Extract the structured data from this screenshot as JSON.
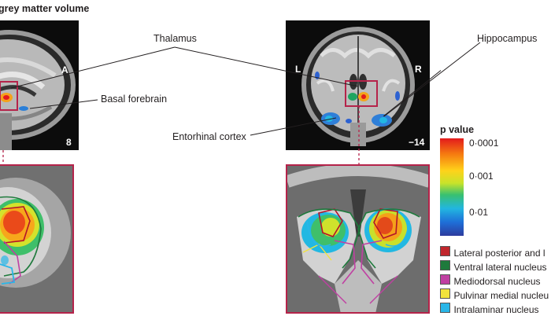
{
  "figure": {
    "title": "grey matter volume"
  },
  "labels": {
    "thalamus": "Thalamus",
    "hippocampus": "Hippocampus",
    "basal_forebrain": "Basal forebrain",
    "entorhinal_cortex": "Entorhinal cortex"
  },
  "panels": {
    "sagittal": {
      "orientation": "A",
      "slice": "8"
    },
    "coronal": {
      "left": "L",
      "right": "R",
      "slice": "−14"
    }
  },
  "colorbar": {
    "title": "p value",
    "ticks": [
      "0·0001",
      "0·001",
      "0·01"
    ]
  },
  "legend": {
    "items": [
      {
        "label": "Lateral posterior and l",
        "color": "#c1272d"
      },
      {
        "label": "Ventral lateral nucleus",
        "color": "#1e7a3c"
      },
      {
        "label": "Mediodorsal nucleus",
        "color": "#c03fa2"
      },
      {
        "label": "Pulvinar medial nucleu",
        "color": "#f2e33c"
      },
      {
        "label": "Intralaminar  nucleus",
        "color": "#29b6e8"
      }
    ]
  },
  "colors": {
    "accent_box": "#b5234a",
    "panel_background": "#0c0c0c"
  }
}
